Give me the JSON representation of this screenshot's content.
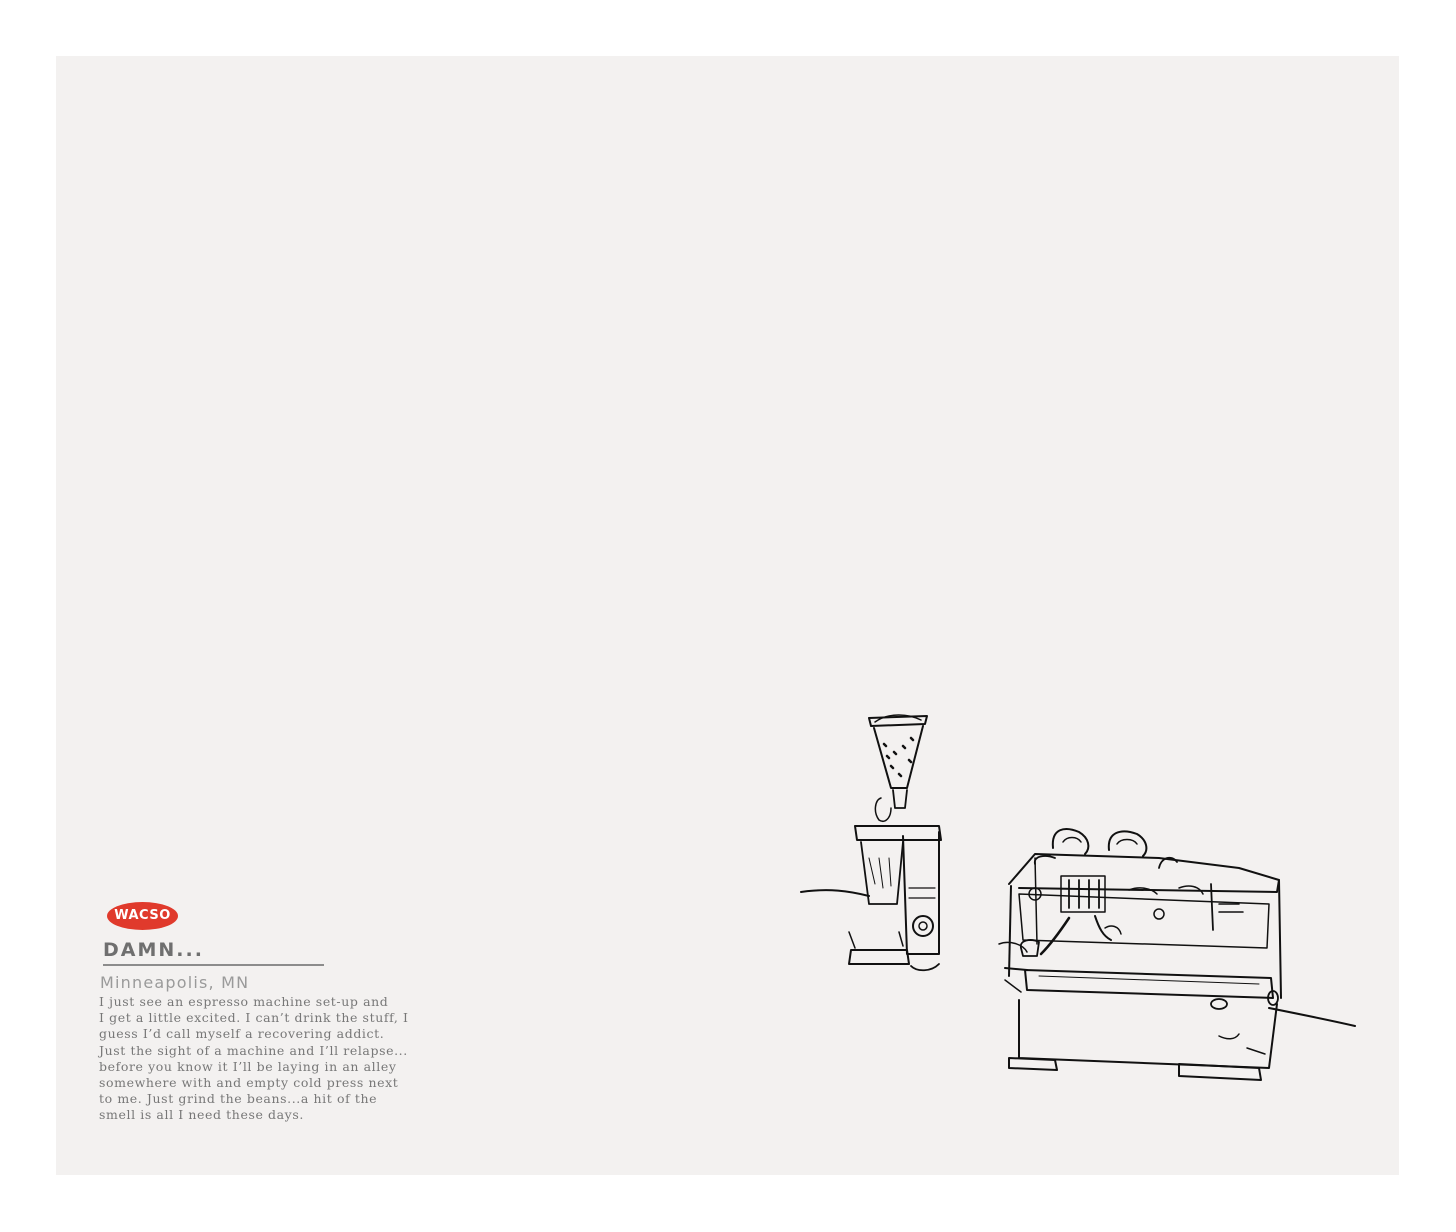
{
  "brand": {
    "logo_text": "WACSO",
    "logo_color": "#e03a2c"
  },
  "story": {
    "title": "DAMN...",
    "location": "Minneapolis, MN",
    "lines": [
      "I just see an espresso machine set-up and",
      "I get a little excited. I can’t drink the stuff, I",
      "guess I’d call myself a recovering addict.",
      "Just the sight of a machine and I’ll relapse...",
      "before you know it I’ll be laying in an alley",
      "somewhere with and empty cold press next",
      "to me. Just grind the beans...a hit of the",
      "smell is all I need these days."
    ]
  },
  "illustration": {
    "icon": "espresso-machine-sketch-icon",
    "ink_color": "#111111",
    "background_color": "#f3f1f0"
  }
}
